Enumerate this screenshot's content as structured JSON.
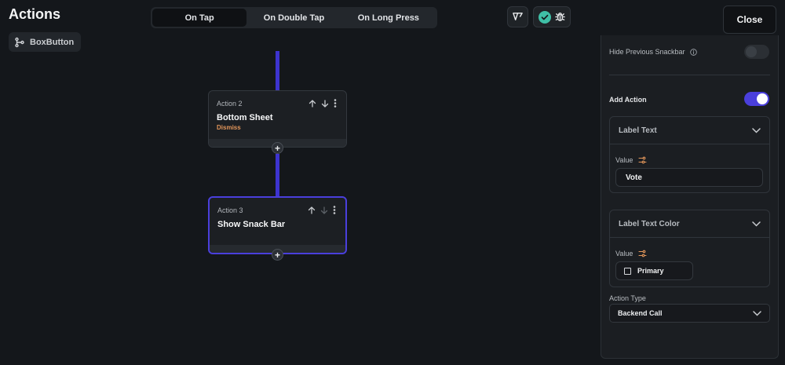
{
  "header": {
    "title": "Actions",
    "chip_label": "BoxButton",
    "close_label": "Close"
  },
  "tabs": [
    {
      "label": "On Tap",
      "active": true
    },
    {
      "label": "On Double Tap",
      "active": false
    },
    {
      "label": "On Long Press",
      "active": false
    }
  ],
  "nodes": [
    {
      "number": "Action 2",
      "name": "Bottom Sheet",
      "sub": "Dismiss"
    },
    {
      "number": "Action 3",
      "name": "Show Snack Bar",
      "sub": ""
    }
  ],
  "panel": {
    "hide_previous_label": "Hide Previous Snackbar",
    "hide_previous_on": false,
    "add_action_label": "Add Action",
    "add_action_on": true,
    "label_text": {
      "title": "Label Text",
      "value_label": "Value",
      "value": "Vote"
    },
    "label_text_color": {
      "title": "Label Text Color",
      "value_label": "Value",
      "value": "Primary"
    },
    "action_type": {
      "label": "Action Type",
      "value": "Backend Call"
    }
  },
  "colors": {
    "accent": "#4a3fdc",
    "connector": "#3d33cf",
    "dismiss": "#e3965a",
    "check": "#3fbfa6"
  }
}
